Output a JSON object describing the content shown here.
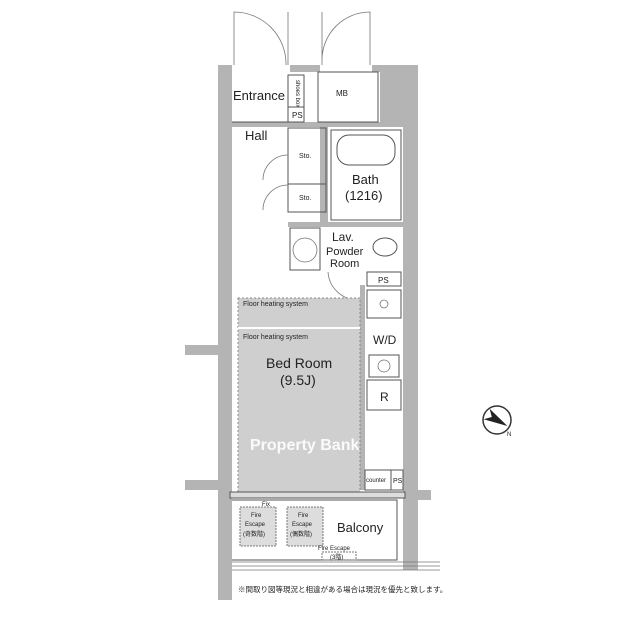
{
  "rooms": {
    "entrance": "Entrance",
    "shoes_box": "shoes box",
    "mb": "MB",
    "ps_top": "PS",
    "hall": "Hall",
    "storage_1": "Sto.",
    "storage_2": "Sto.",
    "bath": "Bath",
    "bath_size": "(1216)",
    "lav": "Lav.",
    "powder": "Powder",
    "powder_room": "Room",
    "ps_mid": "PS",
    "wd": "W/D",
    "fridge": "R",
    "floor_heating_1": "Floor heating system",
    "floor_heating_2": "Floor heating system",
    "bedroom": "Bed Room",
    "bedroom_size": "(9.5J)",
    "counter": "counter",
    "ps_bottom": "PS",
    "fix": "Fix",
    "fire_escape_odd_1": "Fire",
    "fire_escape_odd_2": "Escape",
    "fire_escape_odd_3": "(奇数階)",
    "fire_escape_even_1": "Fire",
    "fire_escape_even_2": "Escape",
    "fire_escape_even_3": "(偶数階)",
    "balcony": "Balcony",
    "fire_escape_3f": "Fire Escape",
    "fire_escape_3f_floor": "(3階)"
  },
  "watermark": "Property Bank",
  "compass": {
    "label": "N"
  },
  "note": "※間取り図等現況と相違がある場合は現況を優先と致します。",
  "colors": {
    "wall": "#b4b4b4",
    "bedroom_floor": "#cfcfcf"
  }
}
